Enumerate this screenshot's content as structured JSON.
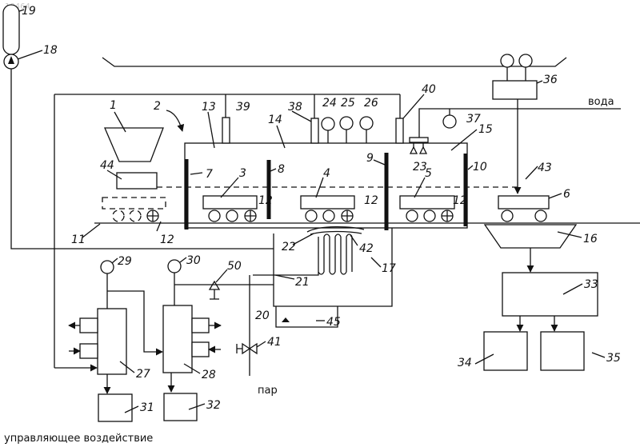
{
  "watermark": "10464",
  "labels": {
    "water": "вода",
    "steam": "пар",
    "control_action": "управляющее воздействие"
  },
  "ref_numbers": [
    "1",
    "2",
    "3",
    "4",
    "5",
    "6",
    "7",
    "8",
    "9",
    "10",
    "11",
    "12",
    "13",
    "14",
    "15",
    "16",
    "17",
    "18",
    "19",
    "20",
    "21",
    "22",
    "23",
    "24",
    "25",
    "26",
    "27",
    "28",
    "29",
    "30",
    "31",
    "32",
    "33",
    "34",
    "35",
    "36",
    "37",
    "38",
    "39",
    "40",
    "41",
    "42",
    "43",
    "44",
    "45",
    "50"
  ]
}
